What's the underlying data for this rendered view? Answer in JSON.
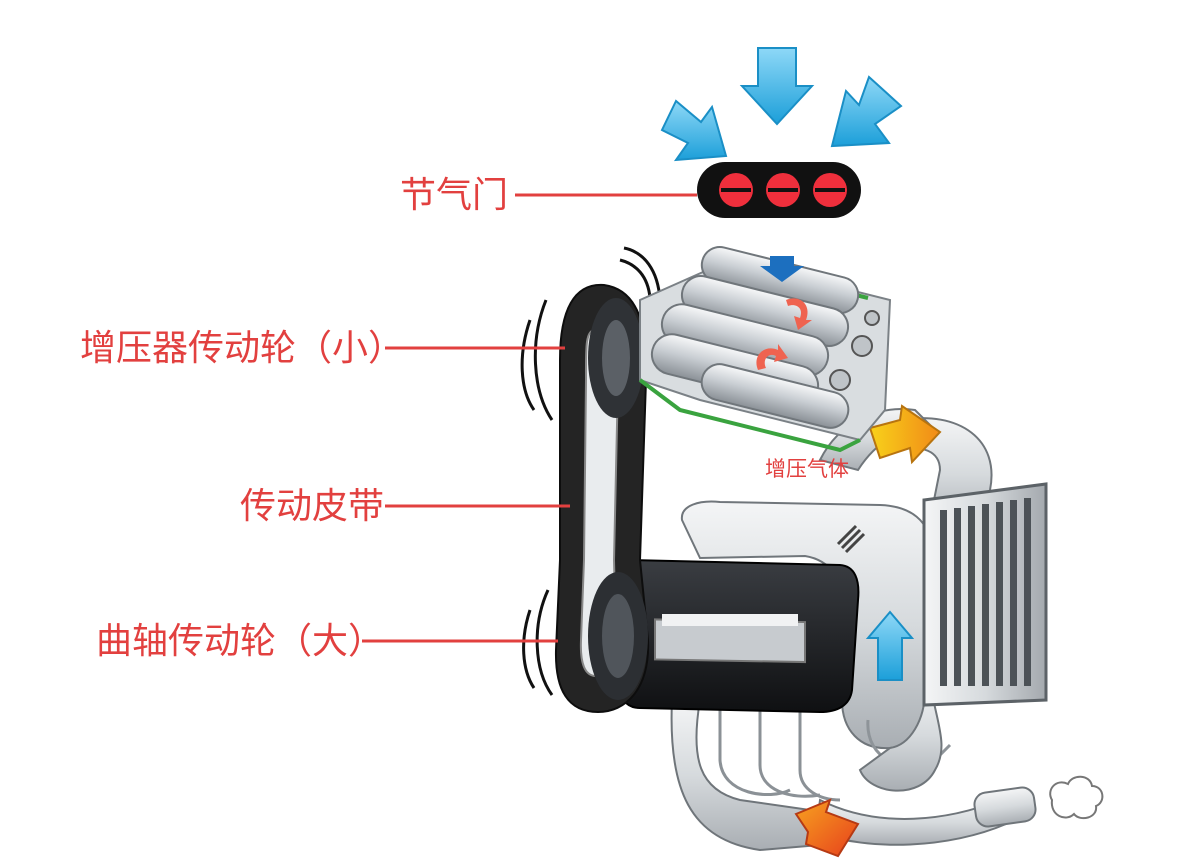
{
  "labels": {
    "throttle": "节气门",
    "supercharger_pulley": "增压器传动轮（小）",
    "drive_belt": "传动皮带",
    "crankshaft_pulley": "曲轴传动轮（大）",
    "boosted_air": "增压气体"
  },
  "colors": {
    "label_text": "#e2403f",
    "leader_line": "#e2403f",
    "intake_arrow": "#29aee6",
    "throttle_body": "#111111",
    "throttle_valve": "#ef2f3c",
    "boost_arrow": "#f6b61a",
    "exhaust_arrow": "#ee5a1e",
    "belt": "#242424",
    "rotor": "#c8cdd2"
  },
  "icons": {
    "intake": "blue-arrow-icon",
    "boost": "yellow-orange-arrow-icon",
    "exhaust": "orange-arrow-icon",
    "smoke": "smoke-puff-icon"
  }
}
